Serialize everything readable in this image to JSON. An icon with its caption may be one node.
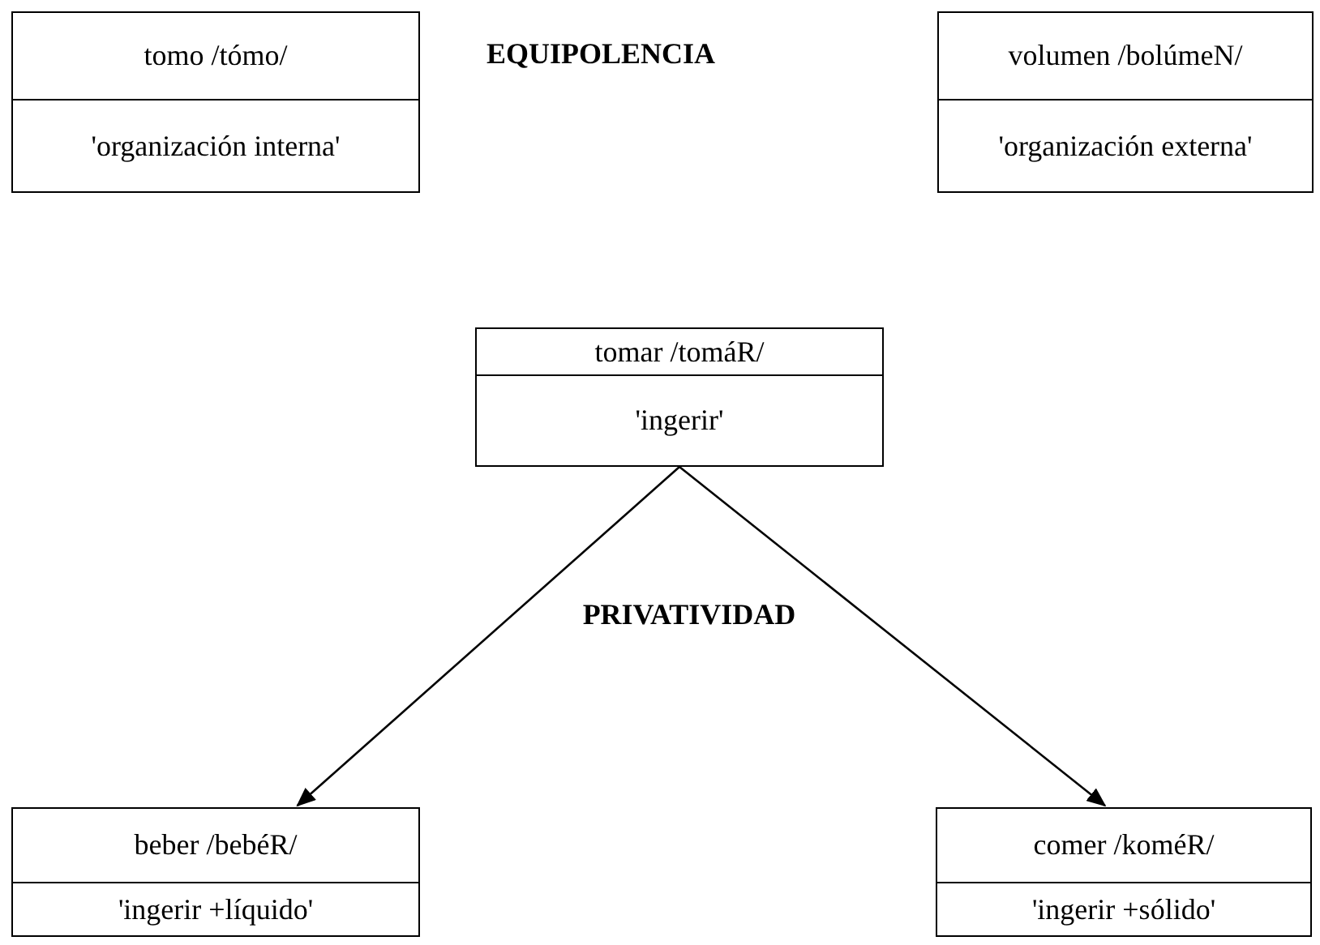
{
  "diagram": {
    "nodes": [
      {
        "text": [
          "tomo /tómo/",
          "'organización interna'"
        ]
      },
      {
        "text": [
          "volumen /bolúmeN/",
          "'organización externa'"
        ]
      },
      {
        "text": [
          "tomar /tomáR/",
          "'ingerir'"
        ]
      },
      {
        "text": [
          "beber /bebéR/",
          "'ingerir +líquido'"
        ]
      },
      {
        "text": [
          "comer /koméR/",
          "'ingerir +sólido'"
        ]
      }
    ],
    "edges": [
      {
        "from": 2,
        "to": 3,
        "arrow": "to"
      },
      {
        "from": 2,
        "to": 4,
        "arrow": "to"
      }
    ],
    "labels": [
      "EQUIPOLENCIA",
      "PRIVATIVIDAD"
    ]
  }
}
